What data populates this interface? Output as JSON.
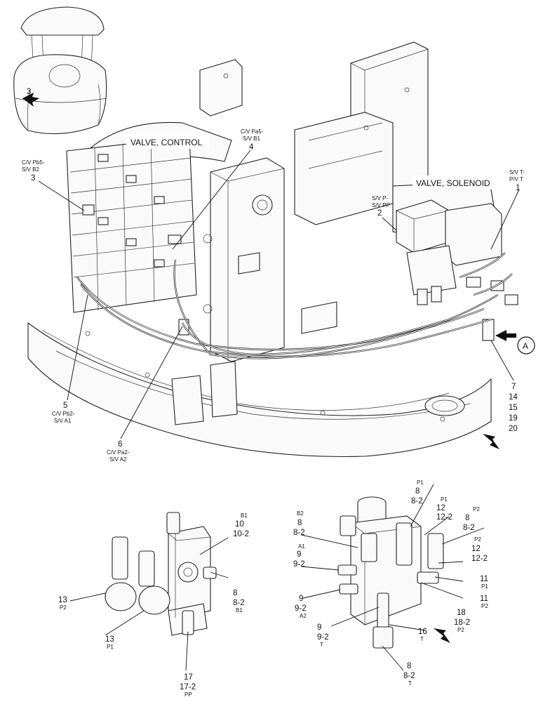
{
  "callouts": {
    "valve_control": "VALVE, CONTROL",
    "valve_solenoid": "VALVE, SOLENOID",
    "view_a": "A"
  },
  "main_labels": {
    "c1_t1": "S/V T-",
    "c1_t2": "P/V T",
    "c1_n": "1",
    "c2_t1": "S/V P-",
    "c2_t2": "S/V PP",
    "c2_n": "2",
    "c3_t1": "C/V Pb5-",
    "c3_t2": "S/V B2",
    "c3_n": "3",
    "c4_t1": "C/V Pa5-",
    "c4_t2": "S/V B1",
    "c4_n": "4",
    "c5_n": "5",
    "c5_t1": "C/V Pb2-",
    "c5_t2": "S/V A1",
    "c6_n": "6",
    "c6_t1": "C/V Pa2-",
    "c6_t2": "S/V A2",
    "c7_n1": "7",
    "c7_n2": "14",
    "c7_n3": "15",
    "c7_n4": "19",
    "c7_n5": "20"
  },
  "left_detail": {
    "b1_sub": "B1",
    "b1_n1": "10",
    "b1_n2": "10-2",
    "r_n1": "8",
    "r_n2": "8-2",
    "r_sub": "B1",
    "l13a_n": "13",
    "l13a_sub": "P2",
    "l13b_n": "13",
    "l13b_sub": "P1",
    "l17_n1": "17",
    "l17_n2": "17-2",
    "l17_sub": "PP"
  },
  "right_detail": {
    "p1_sub": "P1",
    "p1_n1": "8",
    "p1_n2": "8-2",
    "p1b_sub": "P1",
    "p1b_n1": "12",
    "p1b_n2": "12-2",
    "p2_sub": "P2",
    "p2_n1": "8",
    "p2_n2": "8-2",
    "p2b_sub": "P2",
    "p2b_n1": "12",
    "p2b_n2": "12-2",
    "b2_sub": "B2",
    "b2_n1": "8",
    "b2_n2": "8-2",
    "a1_sub": "A1",
    "a1_n1": "9",
    "a1_n2": "9-2",
    "a2_n1": "9",
    "a2_n2": "9-2",
    "a2_sub": "A2",
    "t9_n1": "9",
    "t9_n2": "9-2",
    "t9_sub": "T",
    "r11a_n": "11",
    "r11a_sub": "P1",
    "r11b_n": "11",
    "r11b_sub": "P2",
    "r18_n1": "18",
    "r18_n2": "18-2",
    "r18_sub": "P2",
    "r16_n": "16",
    "r16_sub": "T",
    "r8_n1": "8",
    "r8_n2": "8-2",
    "r8_sub": "T"
  }
}
